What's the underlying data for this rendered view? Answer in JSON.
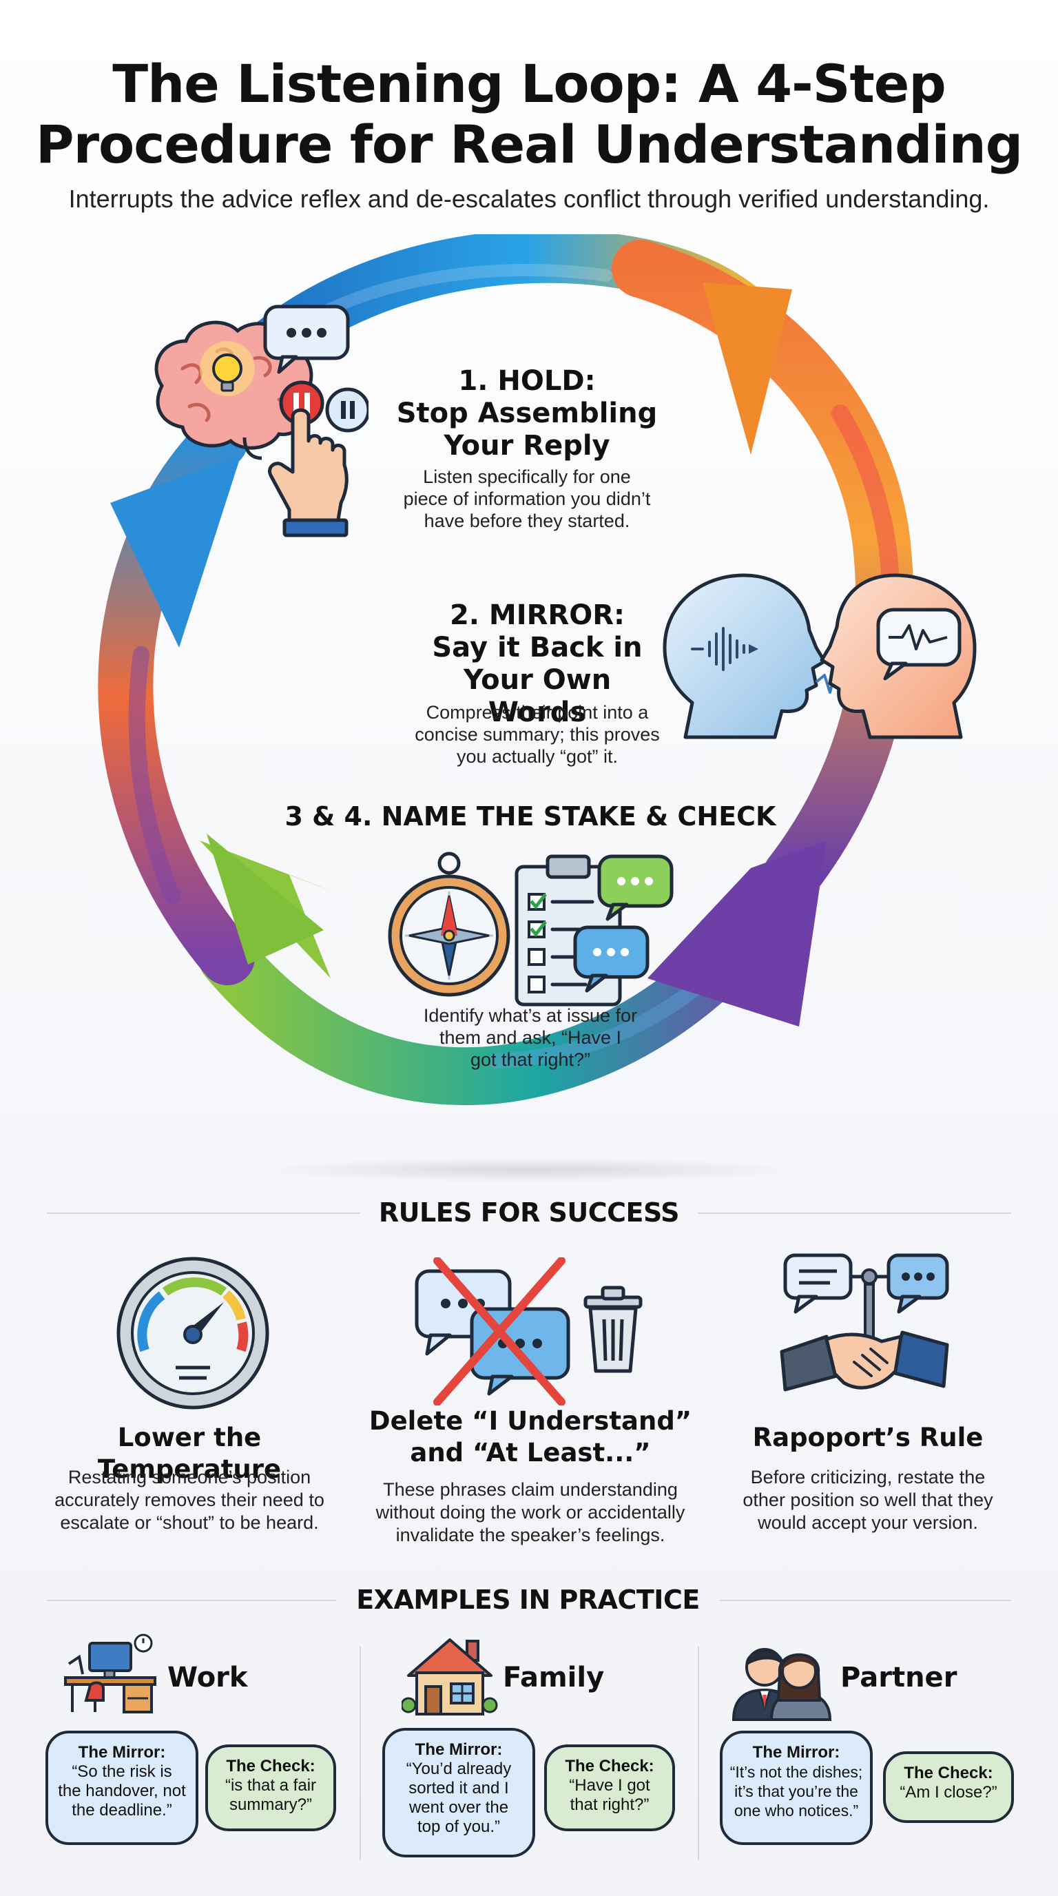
{
  "header": {
    "title_line1": "The Listening Loop: A 4-Step",
    "title_line2": "Procedure for Real Understanding",
    "subtitle": "Interrupts the advice reflex and de-escalates conflict through verified understanding."
  },
  "loop": {
    "step1": {
      "head": [
        "1. HOLD:",
        "Stop Assembling",
        "Your Reply"
      ],
      "body": [
        "Listen specifically for one",
        "piece of information you didn’t",
        "have before they started."
      ],
      "icon": "brain-lightbulb-pause-icon"
    },
    "step2": {
      "head": [
        "2. MIRROR:",
        "Say it Back in",
        "Your Own Words"
      ],
      "body": [
        "Compress their point into a",
        "concise summary; this proves",
        "you actually “got” it."
      ],
      "icon": "two-heads-talking-icon"
    },
    "step34": {
      "head": "3 & 4. NAME THE STAKE & CHECK",
      "body": [
        "Identify what’s at issue for",
        "them and ask, “Have I",
        "got that right?”"
      ],
      "icon": "compass-checklist-icon"
    }
  },
  "rules": {
    "section_title": "RULES FOR SUCCESS",
    "items": [
      {
        "head": [
          "Lower the Temperature"
        ],
        "body": [
          "Restating someone’s position",
          "accurately removes their need to",
          "escalate or “shout” to be heard."
        ],
        "icon": "gauge-icon"
      },
      {
        "head": [
          "Delete “I Understand”",
          "and “At Least...”"
        ],
        "body": [
          "These phrases claim understanding",
          "without doing the work or accidentally",
          "invalidate the speaker’s feelings."
        ],
        "icon": "crossed-speech-bubbles-trash-icon"
      },
      {
        "head": [
          "Rapoport’s Rule"
        ],
        "body": [
          "Before criticizing, restate the",
          "other position so well that they",
          "would accept your version."
        ],
        "icon": "handshake-balance-icon"
      }
    ]
  },
  "examples": {
    "section_title": "EXAMPLES IN PRACTICE",
    "items": [
      {
        "label": "Work",
        "icon": "desk-icon",
        "mirror_title": "The Mirror:",
        "mirror_text": [
          "“So the risk is",
          "the handover, not",
          "the deadline.”"
        ],
        "check_title": "The Check:",
        "check_text": [
          "“is that a fair",
          "summary?”"
        ]
      },
      {
        "label": "Family",
        "icon": "house-icon",
        "mirror_title": "The Mirror:",
        "mirror_text": [
          "“You’d already",
          "sorted it and I",
          "went over the",
          "top of you.”"
        ],
        "check_title": "The Check:",
        "check_text": [
          "“Have I got",
          "that right?”"
        ]
      },
      {
        "label": "Partner",
        "icon": "couple-icon",
        "mirror_title": "The Mirror:",
        "mirror_text": [
          "“It’s not the dishes;",
          "it’s that you’re the",
          "one who notices.”"
        ],
        "check_title": "The Check:",
        "check_text": [
          "“Am I close?”"
        ]
      }
    ]
  },
  "colors": {
    "blue": "#2a8fd8",
    "orange": "#f48a23",
    "purple": "#7b4aa8",
    "green": "#8cc63f",
    "teal": "#1aa7a0"
  }
}
